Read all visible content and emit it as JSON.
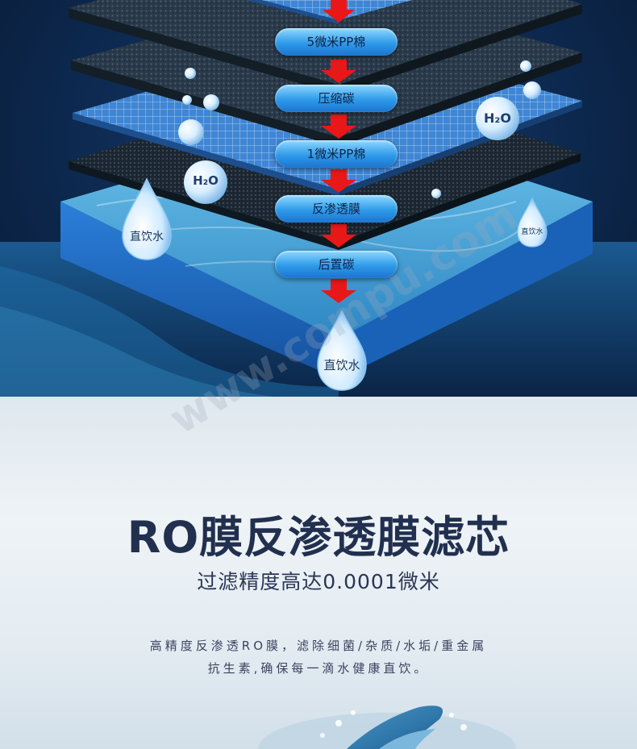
{
  "filter_stages": {
    "labels": [
      "5微米PP棉",
      "压缩碳",
      "1微米PP棉",
      "反渗透膜",
      "后置碳"
    ]
  },
  "drops": {
    "left": "直饮水",
    "right": "直饮水",
    "bottom": "直饮水"
  },
  "bubbles": {
    "left_h2o": "H₂O",
    "right_h2o": "H₂O"
  },
  "heading": {
    "title": "RO膜反渗透膜滤芯",
    "subtitle": "过滤精度高达0.0001微米"
  },
  "description": {
    "line1": "高精度反渗透RO膜，滤除细菌/杂质/水垢/重金属",
    "line2": "抗生素,确保每一滴水健康直饮。"
  },
  "watermark": {
    "text": "www.compu.com"
  },
  "colors": {
    "arrow_red": "#e81818",
    "pill_blue": "#2f9ae9",
    "title_navy": "#22304f"
  }
}
